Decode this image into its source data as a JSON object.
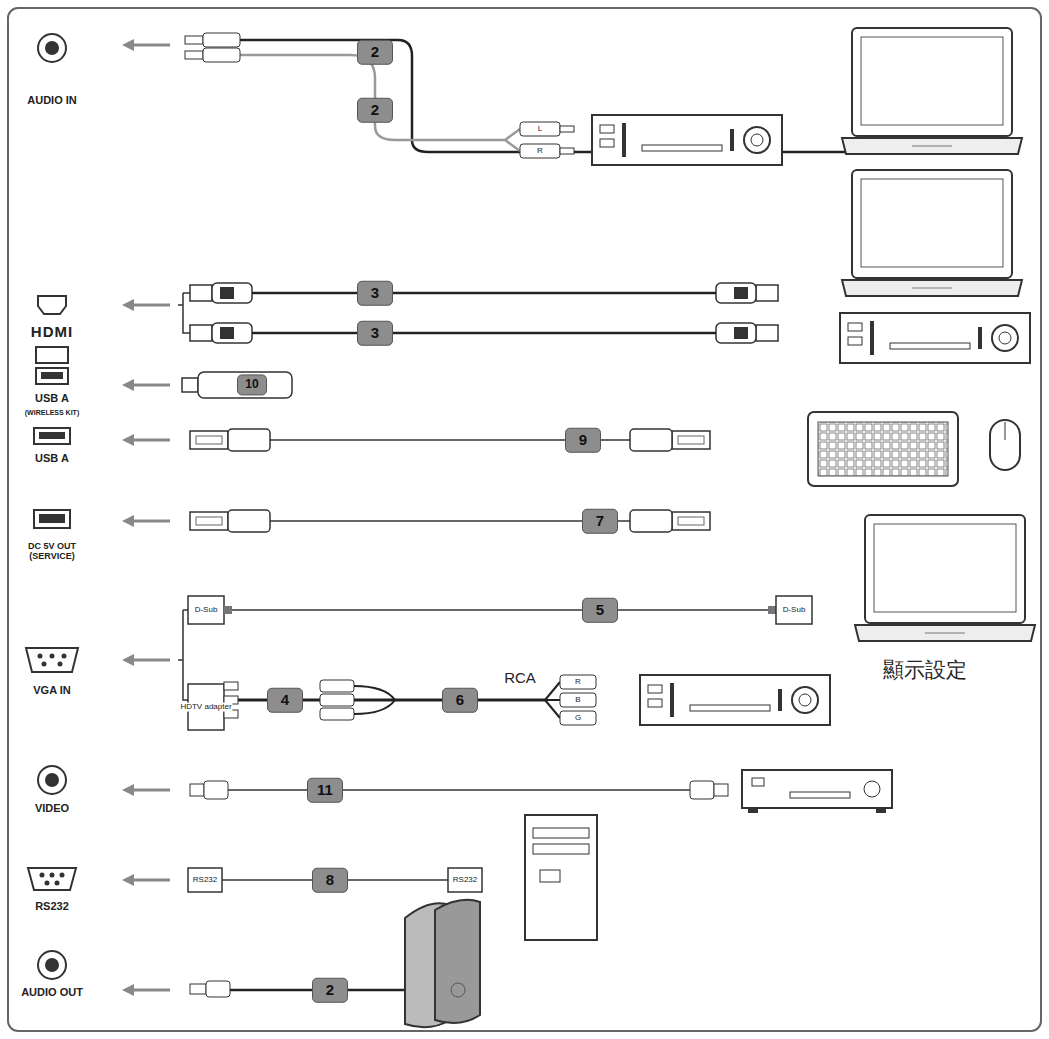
{
  "diagram": {
    "labels": [
      "AUDIO IN",
      "2",
      "2",
      "L",
      "R",
      "HDMI",
      "3",
      "3",
      "USB A",
      "(WIRELESS KIT)",
      "10",
      "USB A",
      "9",
      "DC 5V OUT (SERVICE)",
      "7",
      "D-Sub",
      "5",
      "D-Sub",
      "顯示設定",
      "VGA IN",
      "HDTV adapter",
      "4",
      "6",
      "RCA",
      "R",
      "B",
      "G",
      "VIDEO",
      "11",
      "RS232",
      "8",
      "RS232",
      "RS232",
      "AUDIO OUT",
      "2"
    ]
  }
}
